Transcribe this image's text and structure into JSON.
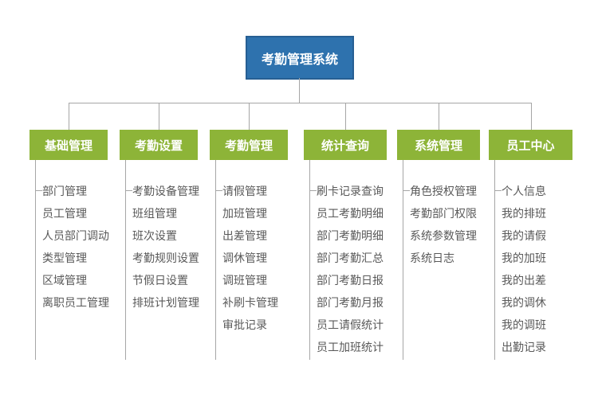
{
  "root": {
    "title": "考勤管理系统"
  },
  "columns": [
    {
      "title": "基础管理",
      "items": [
        "部门管理",
        "员工管理",
        "人员部门调动",
        "类型管理",
        "区域管理",
        "离职员工管理"
      ]
    },
    {
      "title": "考勤设置",
      "items": [
        "考勤设备管理",
        "班组管理",
        "班次设置",
        "考勤规则设置",
        "节假日设置",
        "排班计划管理"
      ]
    },
    {
      "title": "考勤管理",
      "items": [
        "请假管理",
        "加班管理",
        "出差管理",
        "调休管理",
        "调班管理",
        "补刷卡管理",
        "审批记录"
      ]
    },
    {
      "title": "统计查询",
      "items": [
        "刷卡记录查询",
        "员工考勤明细",
        "部门考勤明细",
        "部门考勤汇总",
        "部门考勤日报",
        "部门考勤月报",
        "员工请假统计",
        "员工加班统计"
      ]
    },
    {
      "title": "系统管理",
      "items": [
        "角色授权管理",
        "考勤部门权限",
        "系统参数管理",
        "系统日志"
      ]
    },
    {
      "title": "员工中心",
      "items": [
        "个人信息",
        "我的排班",
        "我的请假",
        "我的加班",
        "我的出差",
        "我的调休",
        "我的调班",
        "出勤记录"
      ]
    }
  ],
  "colors": {
    "root_fill": "#2e72ae",
    "root_border": "#275f93",
    "branch_fill": "#8db438",
    "connector_line": "#a6a6a6",
    "item_text": "#595959"
  }
}
